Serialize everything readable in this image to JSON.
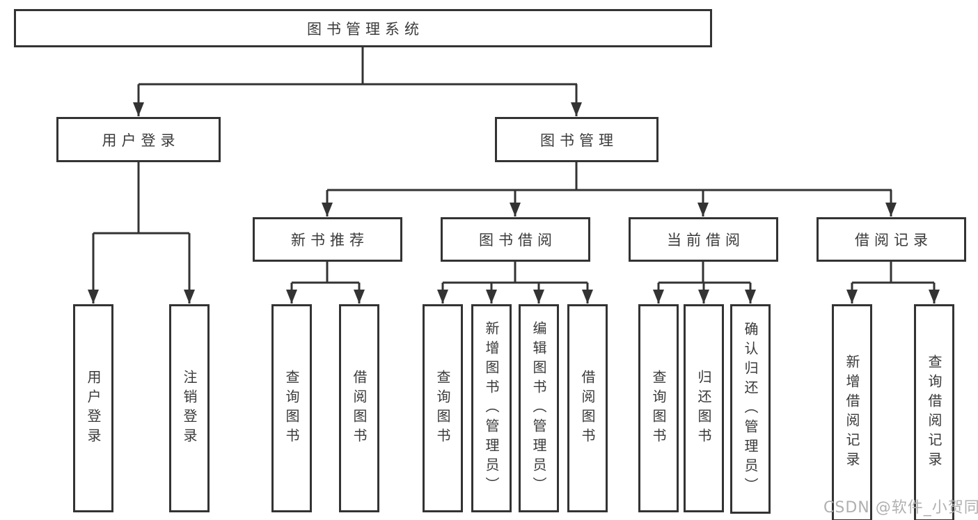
{
  "tree": {
    "root": {
      "label": "图书管理系统"
    },
    "branches": [
      {
        "label": "用户登录",
        "children": [
          {
            "label": "用户登录"
          },
          {
            "label": "注销登录"
          }
        ]
      },
      {
        "label": "图书管理",
        "sections": [
          {
            "label": "新书推荐",
            "children": [
              {
                "label": "查询图书"
              },
              {
                "label": "借阅图书"
              }
            ]
          },
          {
            "label": "图书借阅",
            "children": [
              {
                "label": "查询图书"
              },
              {
                "label": "新增图书（管理员）"
              },
              {
                "label": "编辑图书（管理员）"
              },
              {
                "label": "借阅图书"
              }
            ]
          },
          {
            "label": "当前借阅",
            "children": [
              {
                "label": "查询图书"
              },
              {
                "label": "归还图书"
              },
              {
                "label": "确认归还（管理员）"
              }
            ]
          },
          {
            "label": "借阅记录",
            "children": [
              {
                "label": "新增借阅记录"
              },
              {
                "label": "查询借阅记录"
              }
            ]
          }
        ]
      }
    ]
  },
  "watermark": "CSDN @软件_小贺同学",
  "colors": {
    "line": "#333333",
    "text": "#3a3a3a",
    "box_background": "#ffffff",
    "watermark": "#b0b0b0"
  }
}
